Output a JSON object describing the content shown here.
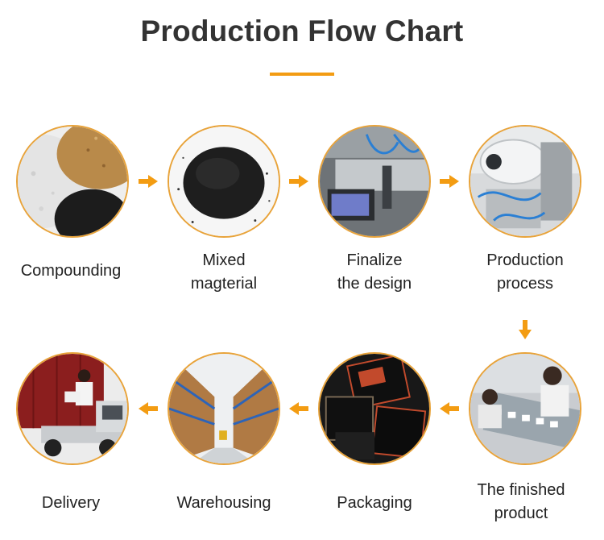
{
  "header": {
    "title": "Production Flow Chart"
  },
  "accent_color": "#f39c12",
  "steps": [
    {
      "line1": "Compounding",
      "line2": "",
      "icon": "raw-powders-icon"
    },
    {
      "line1": "Mixed",
      "line2": "magterial",
      "icon": "black-powder-icon"
    },
    {
      "line1": "Finalize",
      "line2": "the design",
      "icon": "design-machine-icon"
    },
    {
      "line1": "Production",
      "line2": "process",
      "icon": "production-machine-icon"
    },
    {
      "line1": "The finished",
      "line2": "product",
      "icon": "finished-product-icon"
    },
    {
      "line1": "Packaging",
      "line2": "",
      "icon": "packaging-icon"
    },
    {
      "line1": "Warehousing",
      "line2": "",
      "icon": "warehouse-icon"
    },
    {
      "line1": "Delivery",
      "line2": "",
      "icon": "delivery-truck-icon"
    }
  ]
}
